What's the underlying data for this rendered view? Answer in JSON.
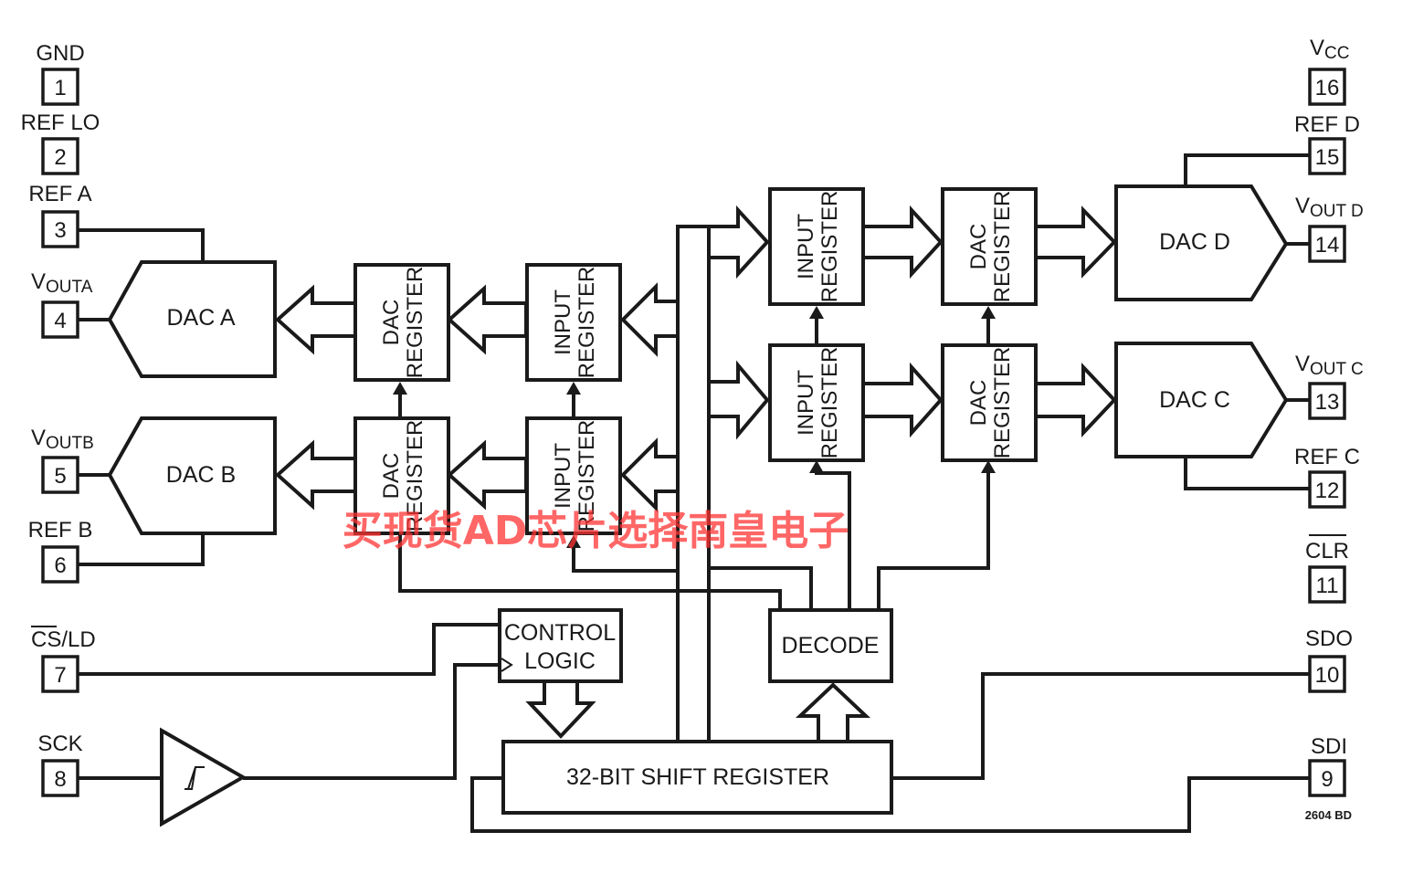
{
  "pins": {
    "p1": {
      "num": "1",
      "label": "GND"
    },
    "p2": {
      "num": "2",
      "label": "REF LO"
    },
    "p3": {
      "num": "3",
      "label": "REF A"
    },
    "p4": {
      "num": "4",
      "label_main": "V",
      "label_sub": "OUTA"
    },
    "p5": {
      "num": "5",
      "label_main": "V",
      "label_sub": "OUTB"
    },
    "p6": {
      "num": "6",
      "label": "REF B"
    },
    "p7": {
      "num": "7",
      "label_bar": "CS",
      "label_rest": "/LD"
    },
    "p8": {
      "num": "8",
      "label": "SCK"
    },
    "p9": {
      "num": "9",
      "label": "SDI"
    },
    "p10": {
      "num": "10",
      "label": "SDO"
    },
    "p11": {
      "num": "11",
      "label_bar": "CLR"
    },
    "p12": {
      "num": "12",
      "label": "REF C"
    },
    "p13": {
      "num": "13",
      "label_main": "V",
      "label_sub": "OUT C"
    },
    "p14": {
      "num": "14",
      "label_main": "V",
      "label_sub": "OUT D"
    },
    "p15": {
      "num": "15",
      "label": "REF D"
    },
    "p16": {
      "num": "16",
      "label_main": "V",
      "label_sub": "CC"
    }
  },
  "blocks": {
    "dac_a": "DAC A",
    "dac_b": "DAC B",
    "dac_c": "DAC C",
    "dac_d": "DAC D",
    "dac_register_line1": "DAC",
    "dac_register_line2": "REGISTER",
    "input_register_line1": "INPUT",
    "input_register_line2": "REGISTER",
    "control_logic_line1": "CONTROL",
    "control_logic_line2": "LOGIC",
    "decode": "DECODE",
    "shift_register": "32-BIT SHIFT REGISTER"
  },
  "figure_id": "2604 BD",
  "watermark": "买现货AD芯片选择南皇电子"
}
